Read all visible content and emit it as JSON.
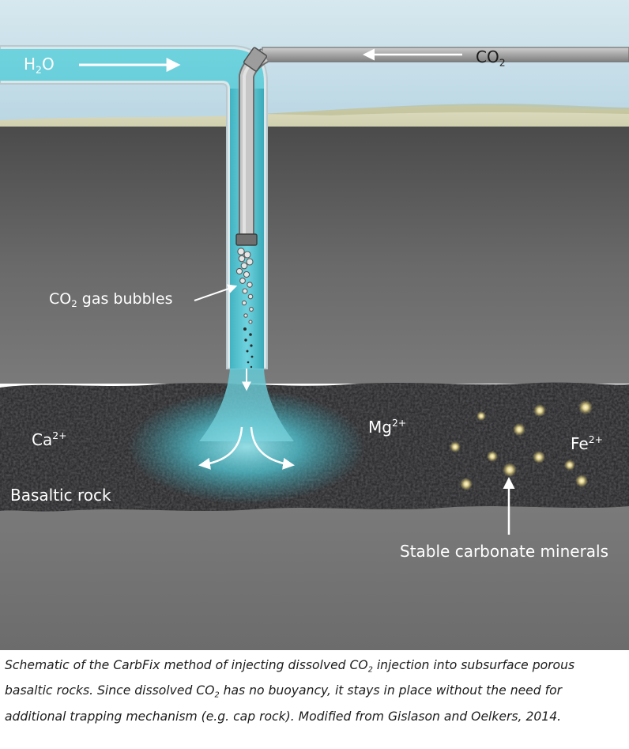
{
  "labels": {
    "h2o": {
      "base": "H",
      "sub": "2",
      "rest": "O"
    },
    "co2_top": {
      "base": "CO",
      "sub": "2"
    },
    "co2_bubbles": {
      "base": "CO",
      "sub": "2",
      "rest": " gas bubbles"
    },
    "ca": {
      "base": "Ca",
      "sup": "2+"
    },
    "mg": {
      "base": "Mg",
      "sup": "2+"
    },
    "fe": {
      "base": "Fe",
      "sup": "2+"
    },
    "basaltic_rock": "Basaltic rock",
    "stable_minerals": "Stable carbonate minerals"
  },
  "caption": {
    "part1": "Schematic of the CarbFix method of injecting dissolved CO",
    "sub1": "2",
    "part2": " injection into subsurface porous basaltic rocks. Since dissolved CO",
    "sub2": "2",
    "part3": " has no buoyancy, it stays in place without the need for additional trapping mechanism (e.g. cap rock). Modified from Gislason and Oelkers, 2014."
  },
  "colors": {
    "sky_top": "#c9dfe9",
    "ground": "#5c5c5c",
    "rock_layer": "#2f2f31",
    "water": "#4fbfcc",
    "pipe_gray": "#9a9a9a",
    "mineral_glow": "#fff1b0"
  }
}
